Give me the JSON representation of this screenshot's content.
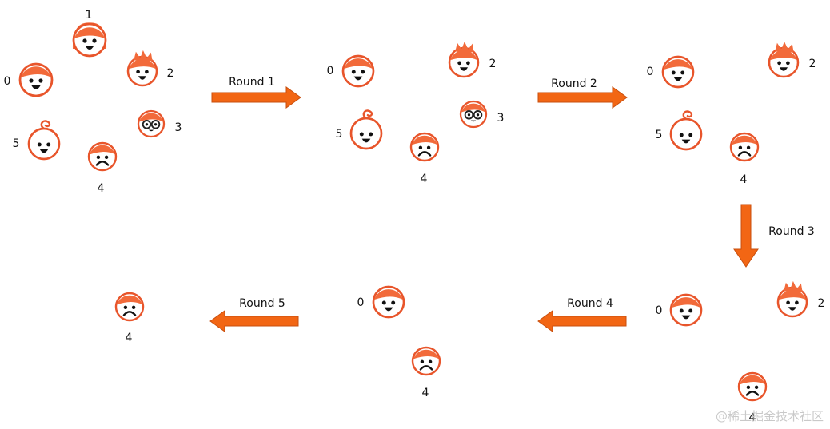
{
  "rounds": [
    {
      "label": "Round 1"
    },
    {
      "label": "Round 2"
    },
    {
      "label": "Round 3"
    },
    {
      "label": "Round 4"
    },
    {
      "label": "Round 5"
    }
  ],
  "stages": [
    {
      "members": [
        {
          "id": "1",
          "style": "girl"
        },
        {
          "id": "0",
          "style": "boy"
        },
        {
          "id": "2",
          "style": "spiky"
        },
        {
          "id": "3",
          "style": "glasses"
        },
        {
          "id": "5",
          "style": "baby"
        },
        {
          "id": "4",
          "style": "sad"
        }
      ]
    },
    {
      "members": [
        {
          "id": "0",
          "style": "boy"
        },
        {
          "id": "2",
          "style": "spiky"
        },
        {
          "id": "3",
          "style": "glasses"
        },
        {
          "id": "5",
          "style": "baby"
        },
        {
          "id": "4",
          "style": "sad"
        }
      ]
    },
    {
      "members": [
        {
          "id": "0",
          "style": "boy"
        },
        {
          "id": "2",
          "style": "spiky"
        },
        {
          "id": "5",
          "style": "baby"
        },
        {
          "id": "4",
          "style": "sad"
        }
      ]
    },
    {
      "members": [
        {
          "id": "0",
          "style": "boy"
        },
        {
          "id": "2",
          "style": "spiky"
        },
        {
          "id": "4",
          "style": "sad"
        }
      ]
    },
    {
      "members": [
        {
          "id": "0",
          "style": "boy"
        },
        {
          "id": "4",
          "style": "sad"
        }
      ]
    },
    {
      "members": [
        {
          "id": "4",
          "style": "sad"
        }
      ]
    }
  ],
  "watermark": "@稀土掘金技术社区",
  "colors": {
    "face_outline": "#e8552b",
    "hair": "#f26a3a",
    "arrow": "#f26614",
    "arrow_edge": "#c84f0e"
  }
}
